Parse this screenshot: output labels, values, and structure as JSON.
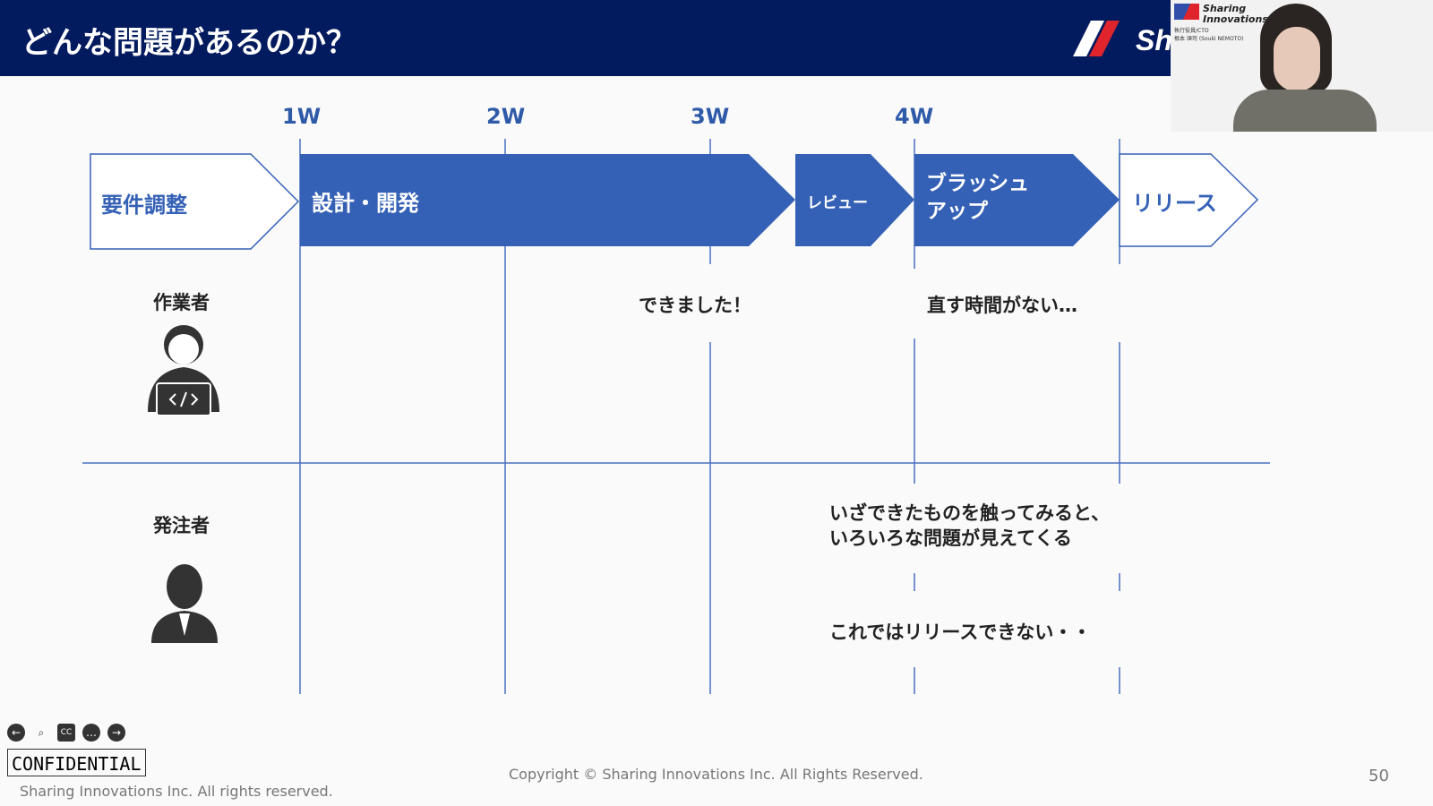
{
  "slide": {
    "title": "どんな問題があるのか？",
    "page_number": "50",
    "copyright": "Copyright © Sharing Innovations Inc. All Rights Reserved.",
    "confidential": "CONFIDENTIAL",
    "footer_left": "Sharing Innovations Inc. All rights reserved.",
    "logo_text": "Sh"
  },
  "weeks": [
    "1W",
    "2W",
    "3W",
    "4W"
  ],
  "phases": [
    "要件調整",
    "設計・開発",
    "レビュー",
    "ブラッシュ",
    "アップ",
    "リリース"
  ],
  "roles": {
    "worker": "作業者",
    "client": "発注者"
  },
  "worker_comments": [
    "できました！",
    "直す時間がない…"
  ],
  "client_comments": [
    "いざできたものを触ってみると、",
    "いろいろな問題が見えてくる",
    "これではリリースできない・・"
  ],
  "webcam": {
    "company": "Sharing",
    "company2": "Innovations",
    "role": "執行役員/CTO",
    "name": "根本 頌司 (Souki NEMOTO)"
  },
  "colors": {
    "navy": "#021a5e",
    "blue": "#3461b6",
    "line": "#4a6fc0"
  }
}
